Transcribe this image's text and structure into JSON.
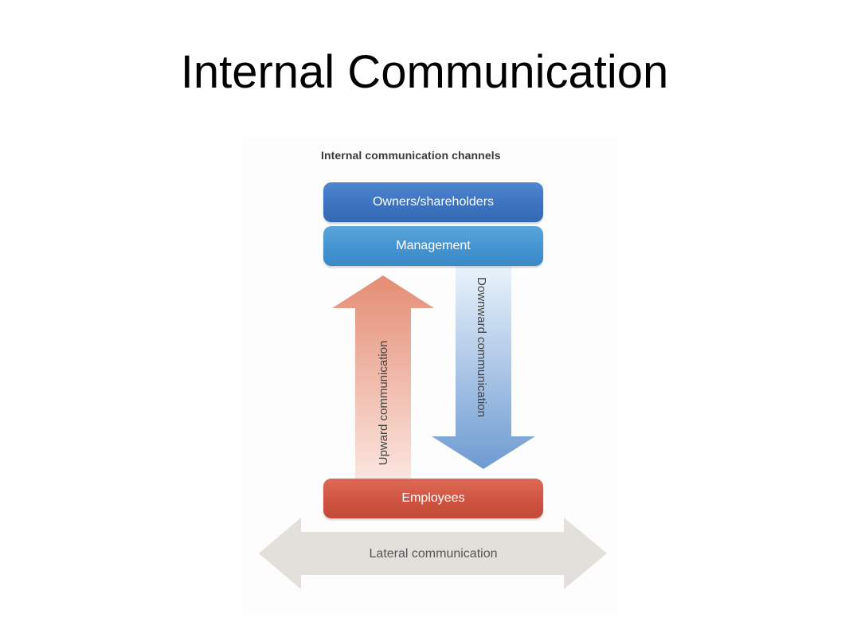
{
  "slide": {
    "title": "Internal Communication"
  },
  "diagram": {
    "caption": "Internal communication channels",
    "boxes": {
      "owners": "Owners/shareholders",
      "management": "Management",
      "employees": "Employees"
    },
    "arrows": {
      "upward": "Upward communication",
      "downward": "Downward communication",
      "lateral": "Lateral communication"
    },
    "colors": {
      "owners": "#3d73bf",
      "management": "#4494d0",
      "employees": "#cf5542",
      "upward_arrow": "#e89a84",
      "downward_arrow": "#7fa8d8",
      "lateral_arrow": "#e2ddd8"
    }
  }
}
